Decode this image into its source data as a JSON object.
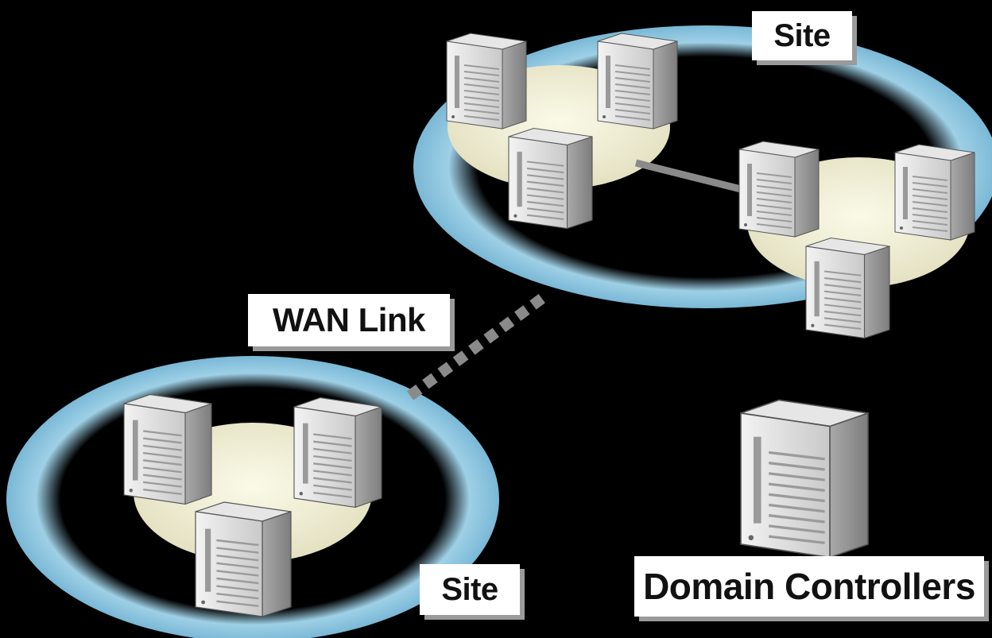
{
  "labels": {
    "site_top": "Site",
    "wan_link": "WAN Link",
    "site_bottom": "Site",
    "domain_controllers": "Domain Controllers"
  },
  "colors": {
    "background": "#000000",
    "site_ring": "#8fc6e0",
    "disk": "#f2f0d6",
    "server_body": "#d6d6d6",
    "link": "#8a8a8a"
  },
  "icons": [
    "server-icon"
  ]
}
